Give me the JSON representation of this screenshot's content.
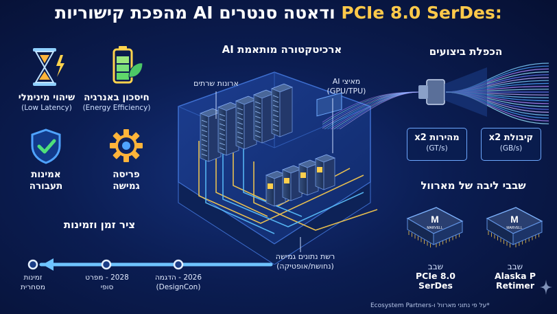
{
  "title": {
    "en": "PCIe 8.0 SerDes:",
    "he": "מהפכת קישוריות AI ודאטה סנטרים"
  },
  "features": [
    {
      "name": "חיסכון באנרגיה",
      "sub": "(Energy Efficiency)",
      "icon": "battery-leaf-icon"
    },
    {
      "name": "שיהוי מינימלי",
      "sub": "(Low Latency)",
      "icon": "hourglass-lightning-icon"
    },
    {
      "name": "פריסה",
      "sub": "גמישה",
      "icon": "gear-icon"
    },
    {
      "name": "אמינות",
      "sub": "תעבורה",
      "icon": "shield-check-icon"
    }
  ],
  "architecture": {
    "heading": "ארכיטקטורה מותאמת AI",
    "server_cabinets": "ארונות שרתים",
    "accelerators": "מאיצי AI",
    "accelerators_sub": "(GPU/TPU)",
    "network": "רשת נתונים גמישה",
    "network_sub": "(נחושת/אופטיקה)"
  },
  "performance": {
    "heading": "הכפלת ביצועים",
    "boxes": [
      {
        "title": "קיבולת x2",
        "unit": "(GB/s)"
      },
      {
        "title": "מהירות x2",
        "unit": "(GT/s)"
      }
    ]
  },
  "chips": {
    "heading": "שבבי ליבה של מארוול",
    "brand": "MARVELL",
    "items": [
      {
        "kind": "שבב",
        "name": "PCIe 8.0",
        "name2": "SerDes"
      },
      {
        "kind": "שבב",
        "name": "Alaska P",
        "name2": "Retimer"
      }
    ]
  },
  "timeline": {
    "heading": "ציר זמן וזמינות",
    "points": [
      {
        "line1": "2026 - הדגמה",
        "line2": "(DesignCon)"
      },
      {
        "line1": "2028 - מפרט",
        "line2": "סופי"
      },
      {
        "line1": "זמינות",
        "line2": "מסחרית"
      }
    ]
  },
  "footnote": "*על פי נתוני מארוול ו-Ecosystem Partners",
  "colors": {
    "accent": "#ffc94a",
    "glow": "#4fa3ff",
    "background": "#0b1d52"
  }
}
